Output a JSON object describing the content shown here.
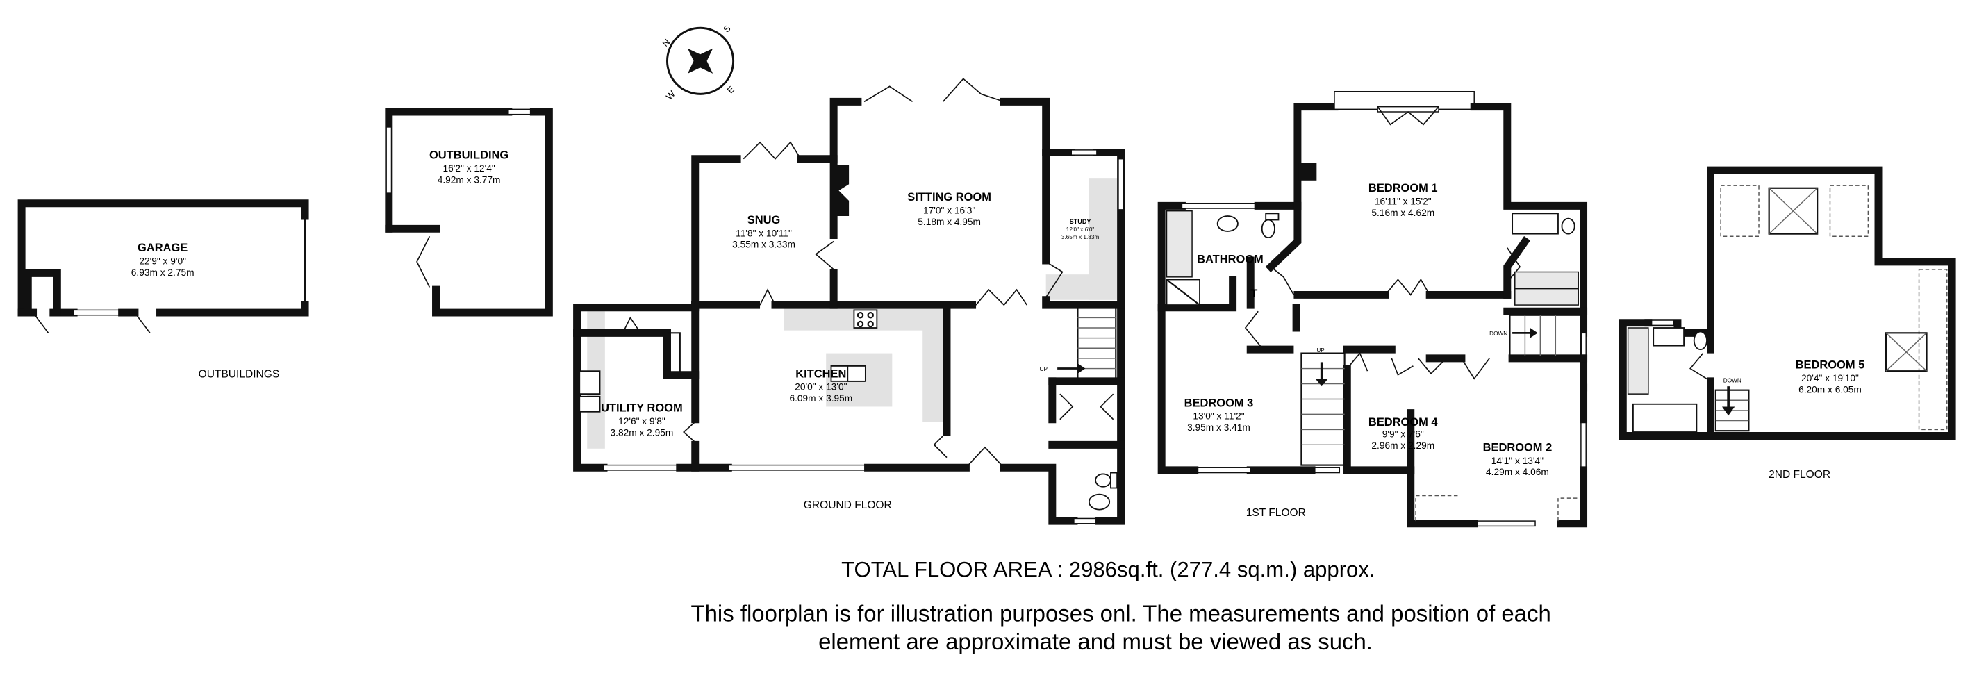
{
  "compass": {
    "letters": [
      "N",
      "E",
      "S",
      "W"
    ]
  },
  "floors": {
    "outbuildings": "OUTBUILDINGS",
    "ground": "GROUND FLOOR",
    "first": "1ST FLOOR",
    "second": "2ND FLOOR"
  },
  "rooms": {
    "garage": {
      "name": "GARAGE",
      "imperial": "22'9\" x 9'0\"",
      "metric": "6.93m  x 2.75m"
    },
    "outbuilding": {
      "name": "OUTBUILDING",
      "imperial": "16'2\" x 12'4\"",
      "metric": "4.92m  x 3.77m"
    },
    "snug": {
      "name": "SNUG",
      "imperial": "11'8\" x 10'11\"",
      "metric": "3.55m  x 3.33m"
    },
    "sitting": {
      "name": "SITTING ROOM",
      "imperial": "17'0\" x 16'3\"",
      "metric": "5.18m  x 4.95m"
    },
    "study": {
      "name": "STUDY",
      "imperial": "12'0\" x 6'0\"",
      "metric": "3.65m  x 1.83m"
    },
    "kitchen": {
      "name": "KITCHEN",
      "imperial": "20'0\" x 13'0\"",
      "metric": "6.09m  x 3.95m"
    },
    "utility": {
      "name": "UTILITY ROOM",
      "imperial": "12'6\" x 9'8\"",
      "metric": "3.82m  x 2.95m"
    },
    "bathroom": {
      "name": "BATHROOM"
    },
    "bedroom1": {
      "name": "BEDROOM 1",
      "imperial": "16'11\" x 15'2\"",
      "metric": "5.16m  x 4.62m"
    },
    "bedroom3": {
      "name": "BEDROOM 3",
      "imperial": "13'0\" x 11'2\"",
      "metric": "3.95m  x 3.41m"
    },
    "bedroom4": {
      "name": "BEDROOM 4",
      "imperial": "9'9\" x 7'6\"",
      "metric": "2.96m  x 2.29m"
    },
    "bedroom2": {
      "name": "BEDROOM 2",
      "imperial": "14'1\" x 13'4\"",
      "metric": "4.29m  x 4.06m"
    },
    "bedroom5": {
      "name": "BEDROOM 5",
      "imperial": "20'4\" x 19'10\"",
      "metric": "6.20m  x 6.05m"
    }
  },
  "markers": {
    "up": "UP",
    "down": "DOWN",
    "t": "T"
  },
  "total_area": "TOTAL FLOOR AREA : 2986sq.ft. (277.4 sq.m.) approx.",
  "disclaimer": {
    "line1": "This floorplan is for illustration purposes onl. The measurements and position of each",
    "line2": "element are approximate and must be viewed as such."
  }
}
